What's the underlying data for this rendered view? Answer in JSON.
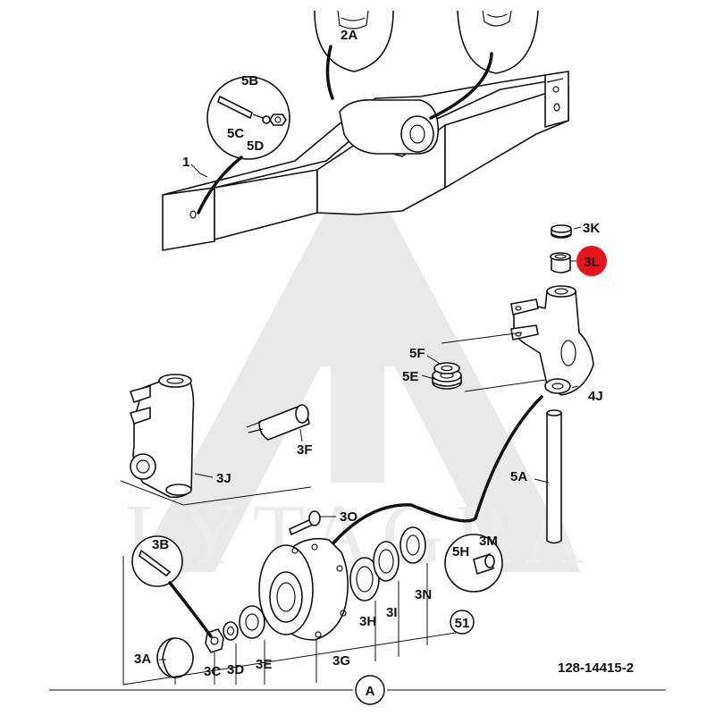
{
  "figure_id": "128-14415-2",
  "watermark_text": "LYTAGRA",
  "highlight": {
    "label": "3L",
    "color": "#e8141c"
  },
  "callouts": {
    "c_2A": "2A",
    "c_5B": "5B",
    "c_5C": "5C",
    "c_5D": "5D",
    "c_1": "1",
    "c_3K": "3K",
    "c_5F": "5F",
    "c_5E": "5E",
    "c_4J": "4J",
    "c_3F": "3F",
    "c_3J": "3J",
    "c_5A": "5A",
    "c_3O": "3O",
    "c_3B": "3B",
    "c_5H": "5H",
    "c_3M": "3M",
    "c_51": "51",
    "c_3A": "3A",
    "c_3C": "3C",
    "c_3D": "3D",
    "c_3E": "3E",
    "c_3G": "3G",
    "c_3H": "3H",
    "c_3I": "3I",
    "c_3N": "3N",
    "c_A": "A"
  }
}
